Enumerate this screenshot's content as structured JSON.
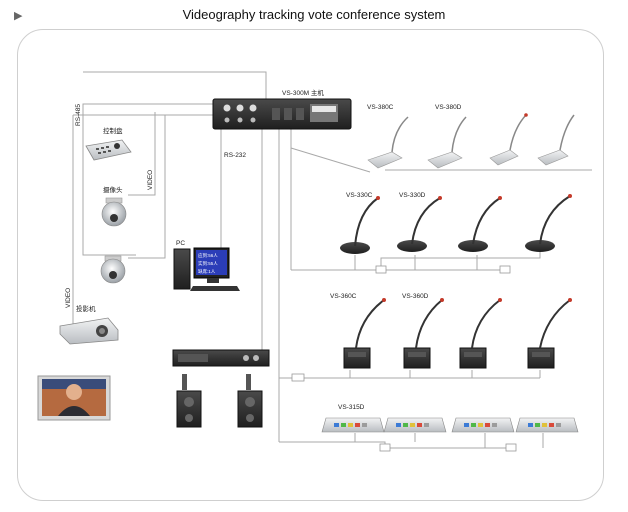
{
  "title": "Videography tracking vote conference system",
  "labels": {
    "host": "VS-300M 主机",
    "rs485": "RS-485",
    "rs232": "RS-232",
    "video_a": "VIDEO",
    "video_b": "VIDEO",
    "controller": "控制盘",
    "camera": "摄像头",
    "pc": "PC",
    "projector": "投影机",
    "row1_a": "VS-380C",
    "row1_b": "VS-380D",
    "row2_a": "VS-330C",
    "row2_b": "VS-330D",
    "row3_a": "VS-360C",
    "row3_b": "VS-360D",
    "row4_a": "VS-315D"
  },
  "pc_screen": {
    "line1": "应到:56人",
    "line2": "实到:55人",
    "line3": "缺席:1人"
  },
  "colors": {
    "device_dark": "#2f2f2f",
    "device_silver": "#d9dcdf",
    "cable": "#a9a9a9",
    "screen_blue": "#2b3db8",
    "mic_tip": "#c43a2a"
  },
  "icons": [
    "play-triangle-icon",
    "mixer-host-icon",
    "ptz-camera-icon",
    "keyboard-controller-icon",
    "pc-icon",
    "projector-icon",
    "tv-icon",
    "amplifier-icon",
    "speaker-icon",
    "microphone-icon",
    "voting-unit-icon"
  ]
}
